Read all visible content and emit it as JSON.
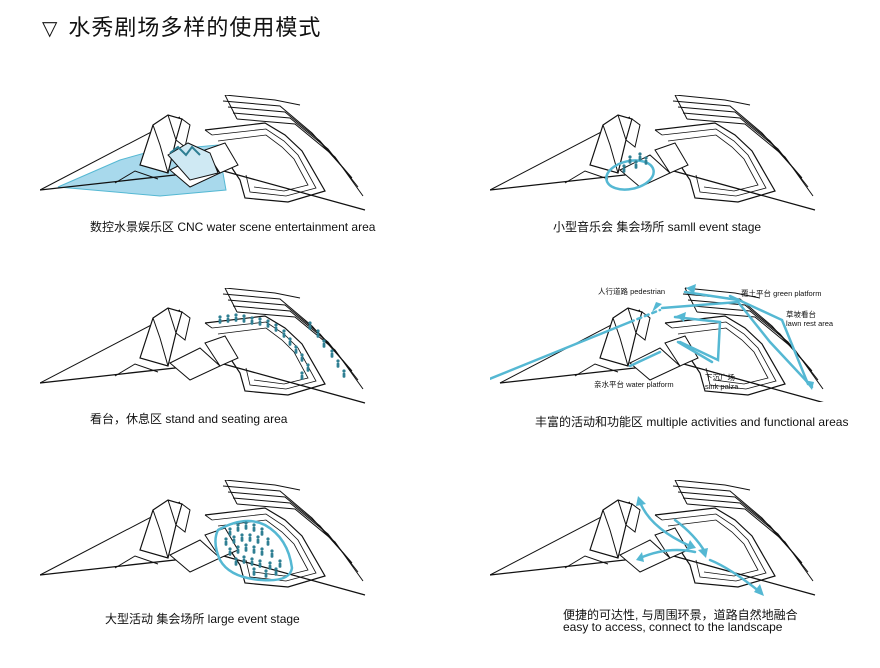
{
  "title": "水秀剧场多样的使用模式",
  "title_marker": "▽",
  "colors": {
    "accent": "#55b8d3",
    "water_fill": "#a8d9ec",
    "line": "#111111",
    "people": "#2f7f93"
  },
  "panels": [
    {
      "caption": "数控水景娱乐区 CNC water scene entertainment area"
    },
    {
      "caption": "小型音乐会 集会场所 samll event  stage"
    },
    {
      "caption": "看台，休息区 stand and seating area"
    },
    {
      "caption": "丰富的活动和功能区 multiple activities and functional areas",
      "annotations": {
        "pedestrian": "人行道路 pedestrian",
        "green_platform": "覆土平台 green platform",
        "lawn_cn": "草坡看台",
        "lawn_en": "lawn rest area",
        "water_platform": "亲水平台 water platform",
        "sink_cn": "下沉广场",
        "sink_en": "sink palza"
      }
    },
    {
      "caption": "大型活动 集会场所 large event  stage"
    },
    {
      "caption_line1": "便捷的可达性, 与周围环景，道路自然地融合",
      "caption_line2": "easy to access, connect to the landscape"
    }
  ]
}
